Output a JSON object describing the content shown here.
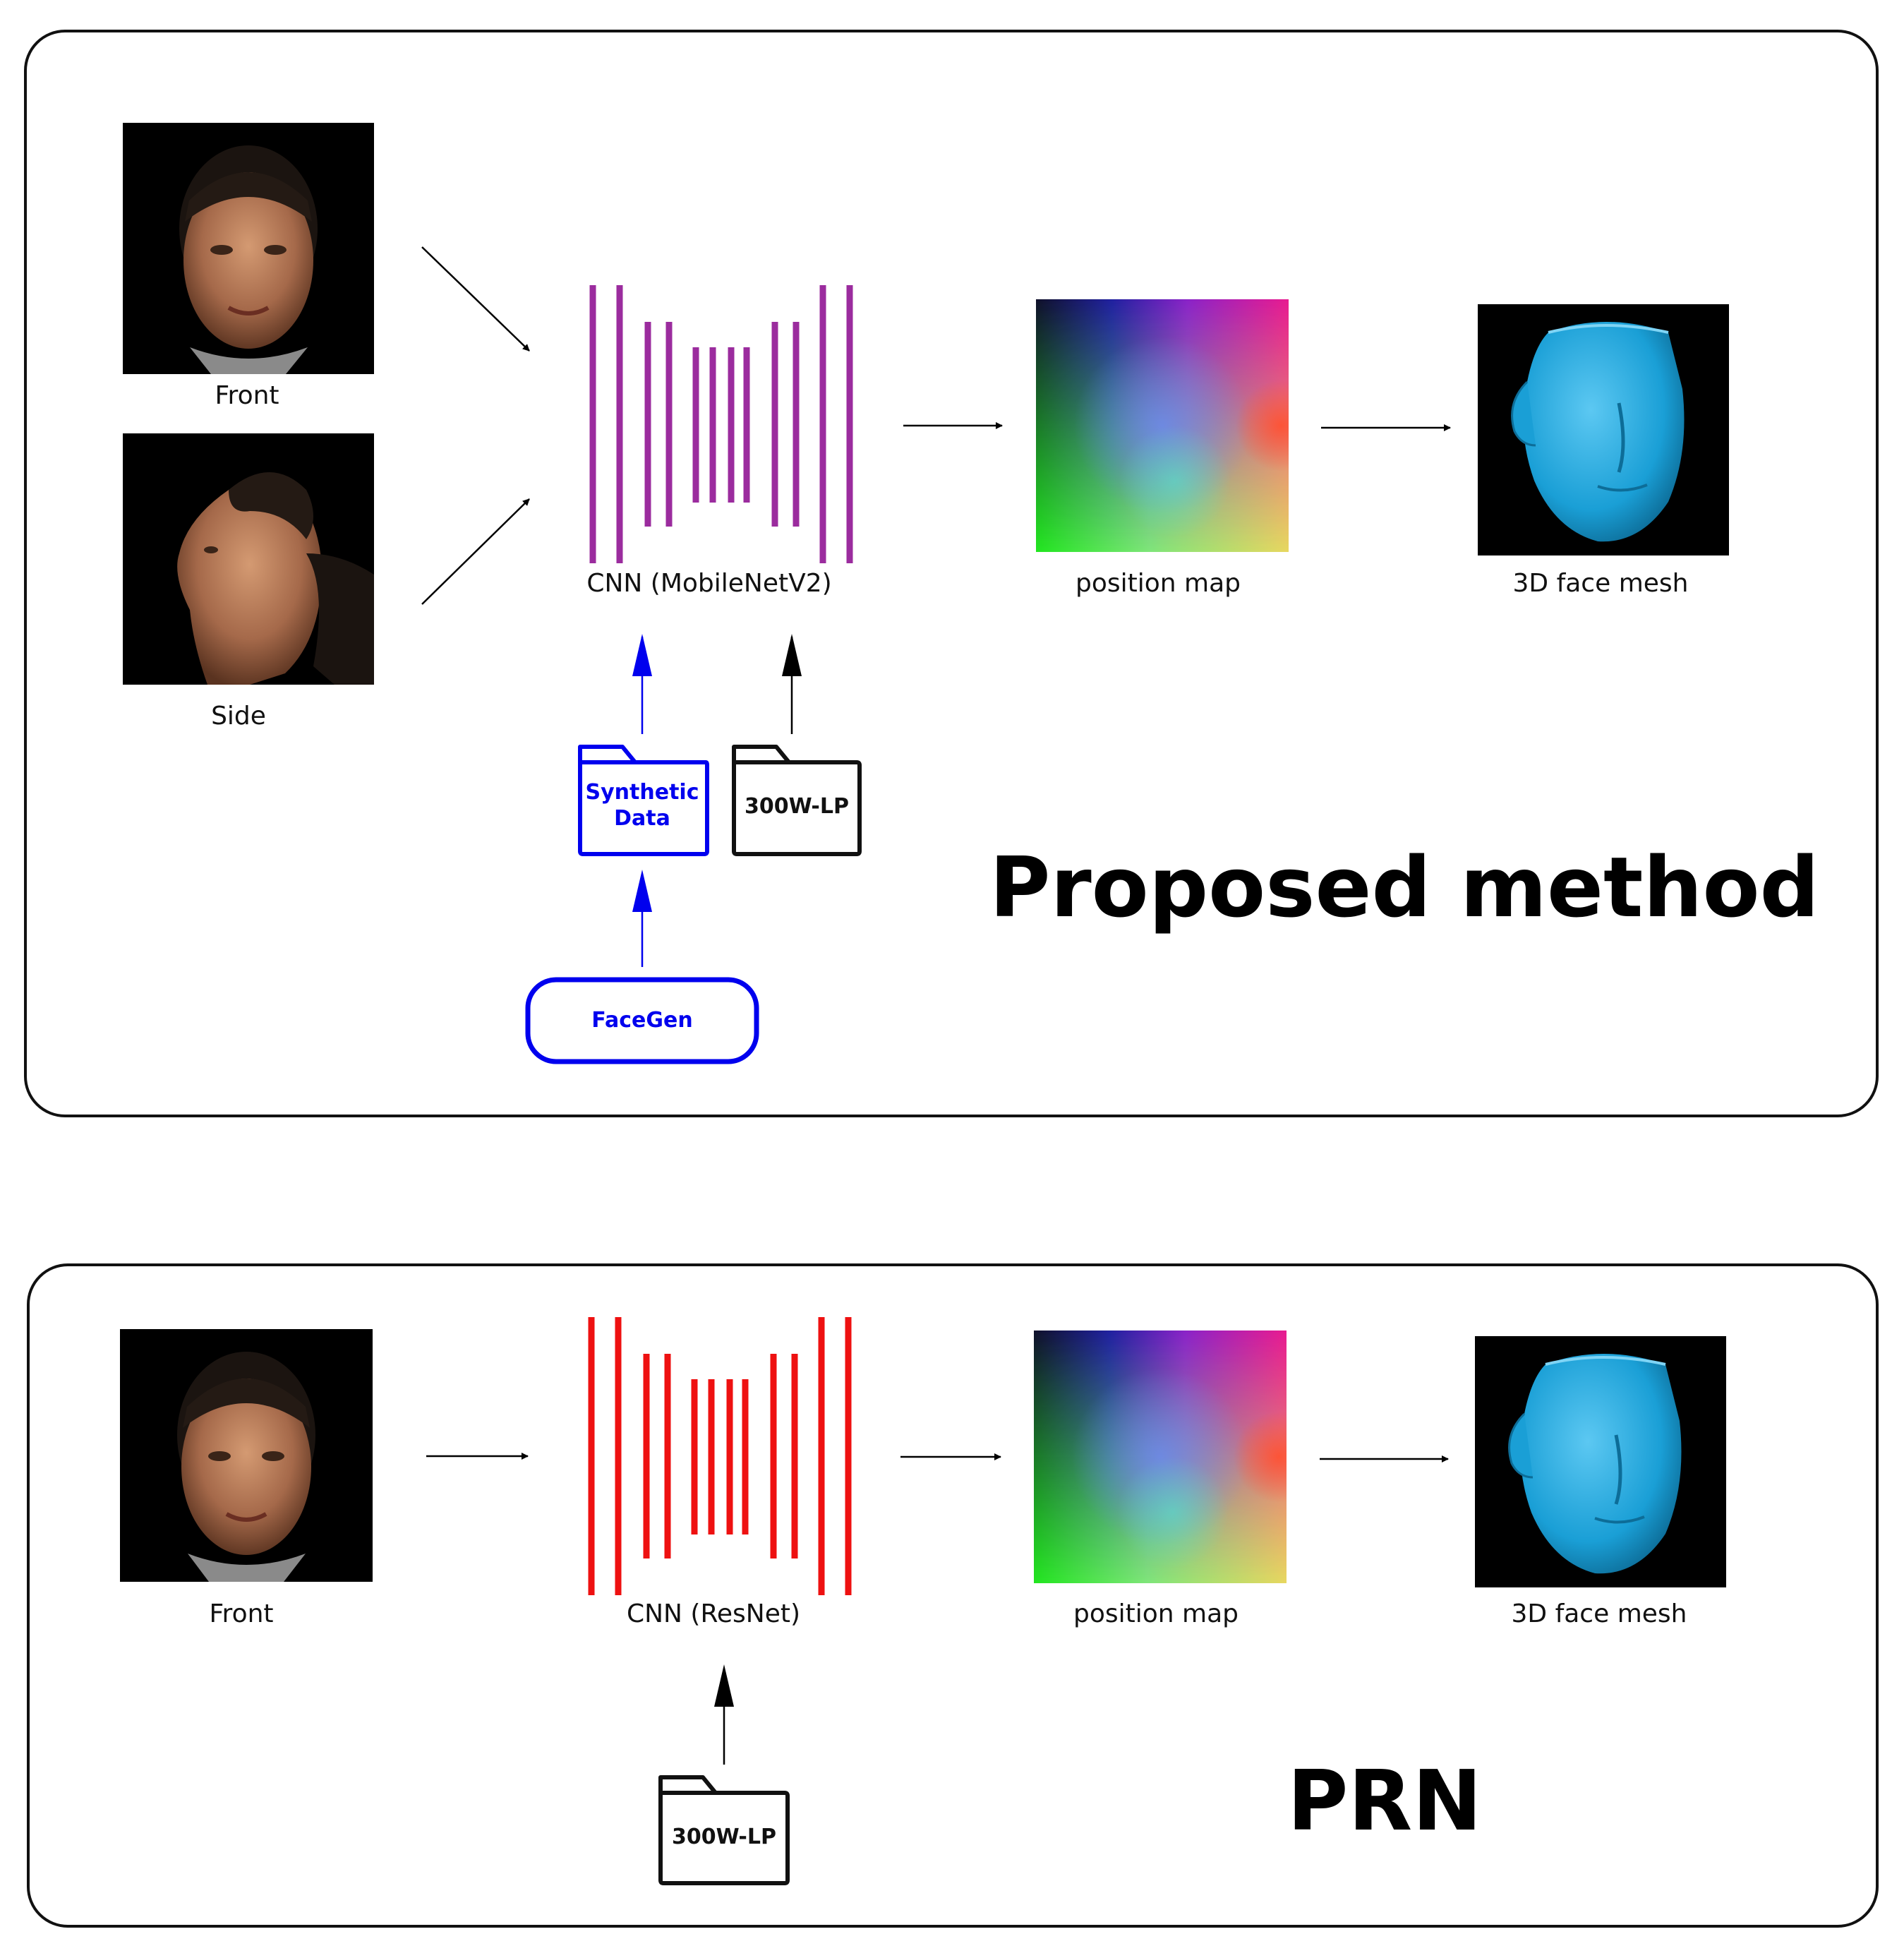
{
  "proposed": {
    "title": "Proposed method",
    "input_front_label": "Front",
    "input_side_label": "Side",
    "cnn_label": "CNN (MobileNetV2)",
    "cnn_color": "#9b2c9e",
    "position_map_label": "position map",
    "mesh_label": "3D face mesh",
    "synthetic_data_line1": "Synthetic",
    "synthetic_data_line2": "Data",
    "dataset_label": "300W-LP",
    "generator_label": "FaceGen",
    "synthetic_color": "#0000ee"
  },
  "prn": {
    "title": "PRN",
    "input_front_label": "Front",
    "cnn_label": "CNN (ResNet)",
    "cnn_color": "#ee1111",
    "position_map_label": "position map",
    "mesh_label": "3D face mesh",
    "dataset_label": "300W-LP"
  },
  "colors": {
    "mesh": "#1a9fd6",
    "photo_bg": "#000000",
    "panel_border": "#111111"
  }
}
